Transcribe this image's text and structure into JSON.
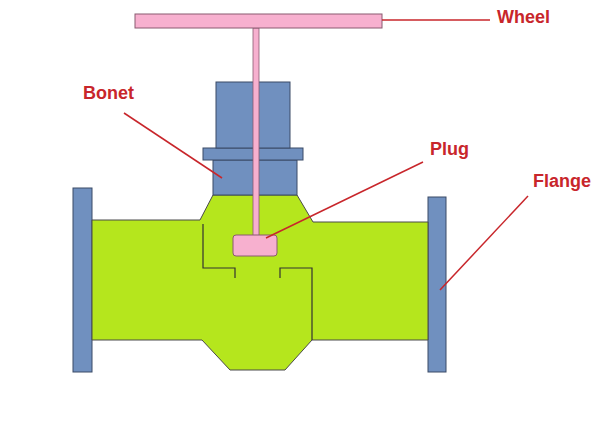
{
  "diagram": {
    "labels": [
      "Wheel",
      "Bonet",
      "Plug",
      "Flange"
    ]
  }
}
